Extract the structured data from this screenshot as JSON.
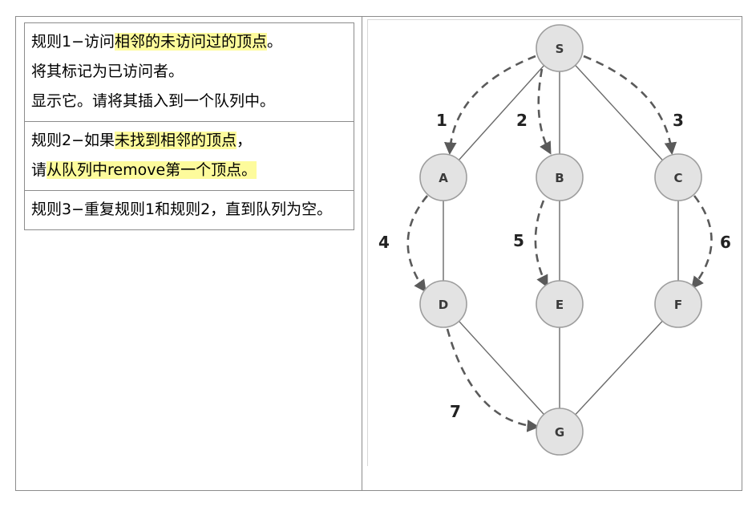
{
  "rules": [
    {
      "lines": [
        [
          {
            "t": "规则1−访问"
          },
          {
            "t": "相邻的未访问过的顶点",
            "hl": true
          },
          {
            "t": "。"
          }
        ],
        [
          {
            "t": "将其标记为已访问者。"
          }
        ],
        [
          {
            "t": "显示它。请将其插入到一个队列中。"
          }
        ]
      ]
    },
    {
      "lines": [
        [
          {
            "t": "规则2−如果"
          },
          {
            "t": "未找到相邻的顶点",
            "hl": true
          },
          {
            "t": "，"
          }
        ],
        [
          {
            "t": "请"
          },
          {
            "t": "从队列中remove第一个顶点。",
            "hl": true
          }
        ]
      ]
    },
    {
      "lines": [
        [
          {
            "t": "规则3−重复规则1和规则2，直到队列为空。"
          }
        ]
      ]
    }
  ],
  "diagram": {
    "nodes": [
      {
        "id": "S",
        "label": "S"
      },
      {
        "id": "A",
        "label": "A"
      },
      {
        "id": "B",
        "label": "B"
      },
      {
        "id": "C",
        "label": "C"
      },
      {
        "id": "D",
        "label": "D"
      },
      {
        "id": "E",
        "label": "E"
      },
      {
        "id": "F",
        "label": "F"
      },
      {
        "id": "G",
        "label": "G"
      }
    ],
    "edges": [
      [
        "S",
        "A"
      ],
      [
        "S",
        "B"
      ],
      [
        "S",
        "C"
      ],
      [
        "A",
        "D"
      ],
      [
        "B",
        "E"
      ],
      [
        "C",
        "F"
      ],
      [
        "D",
        "G"
      ],
      [
        "E",
        "G"
      ],
      [
        "F",
        "G"
      ]
    ],
    "traversal": [
      {
        "from": "S",
        "to": "A",
        "label": "1"
      },
      {
        "from": "S",
        "to": "B",
        "label": "2"
      },
      {
        "from": "S",
        "to": "C",
        "label": "3"
      },
      {
        "from": "A",
        "to": "D",
        "label": "4"
      },
      {
        "from": "B",
        "to": "E",
        "label": "5"
      },
      {
        "from": "C",
        "to": "F",
        "label": "6"
      },
      {
        "from": "D",
        "to": "G",
        "label": "7"
      }
    ]
  }
}
